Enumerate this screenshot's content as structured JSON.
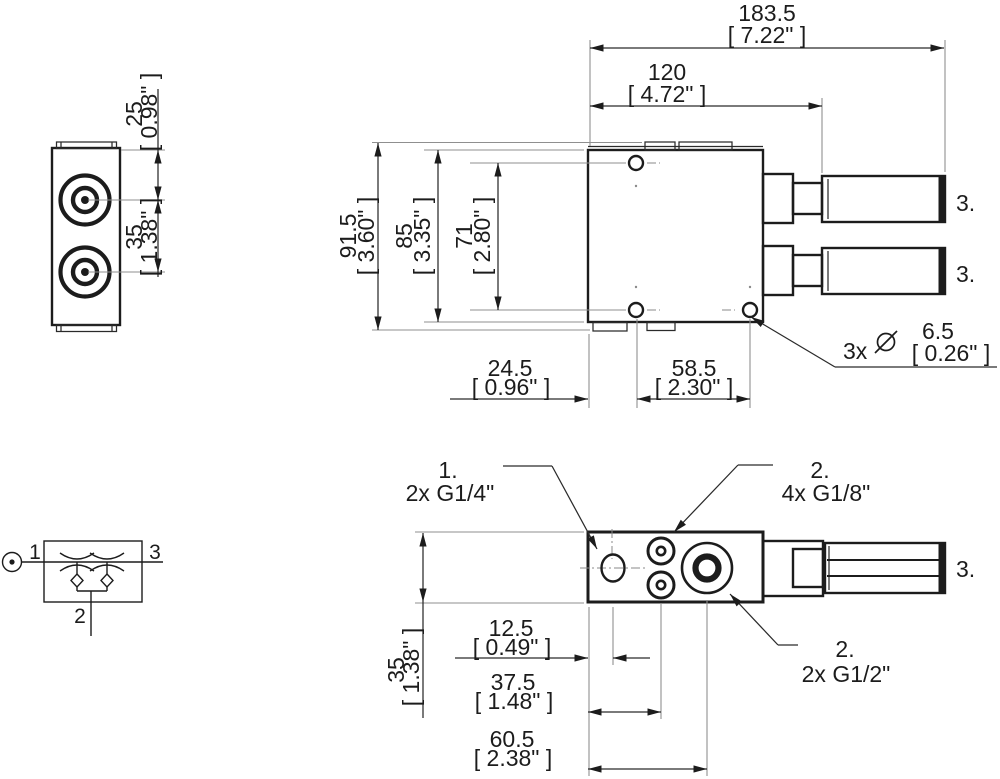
{
  "front_view": {
    "dim_top_offset_mm": "25",
    "dim_top_offset_in": "[ 0.98\" ]",
    "dim_port_pitch_mm": "35",
    "dim_port_pitch_in": "[ 1.38\" ]"
  },
  "top_view": {
    "dim_total_width_mm": "183.5",
    "dim_total_width_in": "[ 7.22\" ]",
    "dim_body_width_mm": "120",
    "dim_body_width_in": "[ 4.72\" ]",
    "dim_total_height_mm": "91.5",
    "dim_total_height_in": "[ 3.60\" ]",
    "dim_body_height_mm": "85",
    "dim_body_height_in": "[ 3.35\" ]",
    "dim_hole_pitch_v_mm": "71",
    "dim_hole_pitch_v_in": "[ 2.80\" ]",
    "dim_hole_offset_mm": "24.5",
    "dim_hole_offset_in": "[ 0.96\" ]",
    "dim_hole_pitch_h_mm": "58.5",
    "dim_hole_pitch_h_in": "[ 2.30\" ]",
    "hole_callout_count": "3x",
    "hole_callout_symbol": "⌀",
    "hole_callout_mm": "6.5",
    "hole_callout_in": "[ 0.26\" ]",
    "muffler_label_1": "3.",
    "muffler_label_2": "3."
  },
  "bottom_view": {
    "dim_port1_x_mm": "12.5",
    "dim_port1_x_in": "[ 0.49\" ]",
    "dim_port2_x_mm": "37.5",
    "dim_port2_x_in": "[ 1.48\" ]",
    "dim_port3_x_mm": "60.5",
    "dim_port3_x_in": "[ 2.38\" ]",
    "dim_height_mm": "35",
    "dim_height_in": "[ 1.38\" ]",
    "port1_label_no": "1.",
    "port1_label_thread": "2x G1/4\"",
    "port2_label_no": "2.",
    "port2_label_thread": "4x G1/8\"",
    "port3_label_no": "2.",
    "port3_label_thread": "2x G1/2\"",
    "muffler_label": "3."
  },
  "schematic": {
    "port1": "1",
    "port2": "2",
    "port3": "3"
  }
}
